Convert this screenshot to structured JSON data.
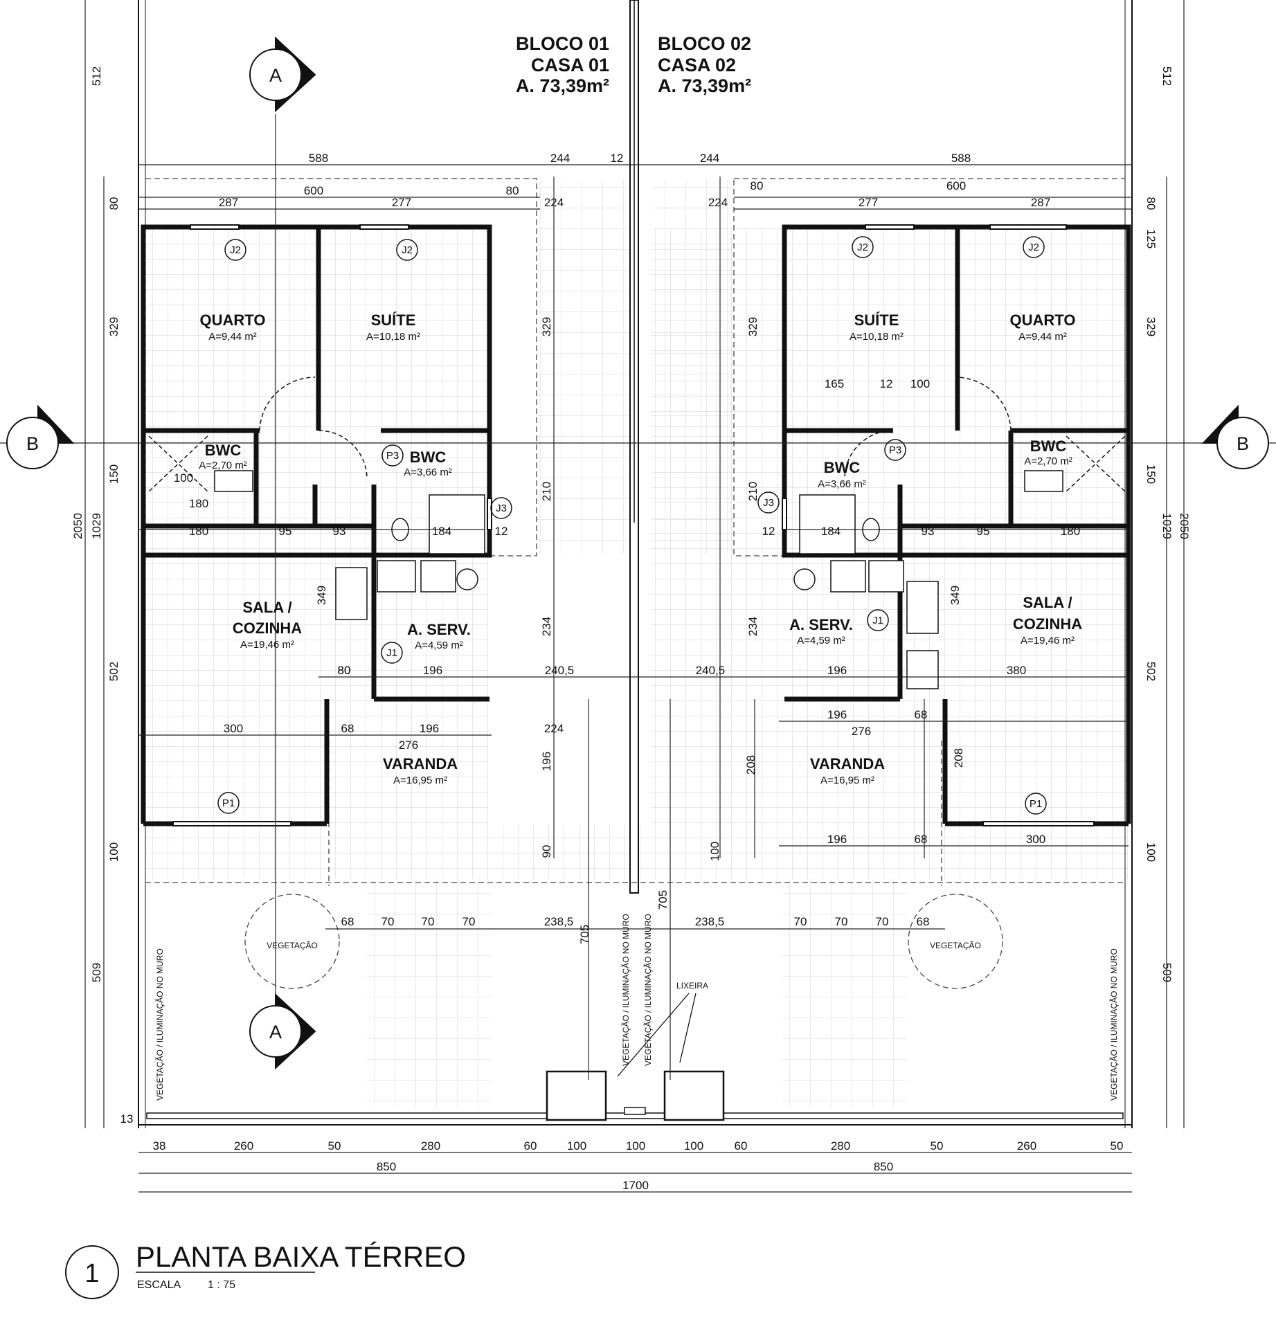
{
  "headers": [
    {
      "bloco": "BLOCO 01",
      "casa": "CASA 01",
      "area": "A. 73,39m²"
    },
    {
      "bloco": "BLOCO 02",
      "casa": "CASA 02",
      "area": "A. 73,39m²"
    }
  ],
  "rooms": [
    {
      "name": "QUARTO",
      "area": "A=9,44 m²"
    },
    {
      "name": "SUÍTE",
      "area": "A=10,18 m²"
    },
    {
      "name": "BWC",
      "area": "A=2,70 m²"
    },
    {
      "name": "BWC",
      "area": "A=3,66 m²"
    },
    {
      "name": "SALA /",
      "name2": "COZINHA",
      "area": "A=19,46 m²"
    },
    {
      "name": "A. SERV.",
      "area": "A=4,59 m²"
    },
    {
      "name": "VARANDA",
      "area": "A=16,95 m²"
    },
    {
      "name": "SUÍTE",
      "area": "A=10,18 m²"
    },
    {
      "name": "QUARTO",
      "area": "A=9,44 m²"
    },
    {
      "name": "BWC",
      "area": "A=3,66 m²"
    },
    {
      "name": "BWC",
      "area": "A=2,70 m²"
    },
    {
      "name": "A. SERV.",
      "area": "A=4,59 m²"
    },
    {
      "name": "SALA /",
      "name2": "COZINHA",
      "area": "A=19,46 m²"
    },
    {
      "name": "VARANDA",
      "area": "A=16,95 m²"
    }
  ],
  "section_markers": {
    "a": "A",
    "b": "B"
  },
  "tags": [
    "J2",
    "J2",
    "P3",
    "J3",
    "J1",
    "P1",
    "J2",
    "J2",
    "P3",
    "J3",
    "J1",
    "P1"
  ],
  "annotations": {
    "vegetacao": "VEGETAÇÃO",
    "muro": "VEGETAÇÃO / ILUMINAÇÃO NO MURO",
    "lixeira": "LIXEIRA"
  },
  "dimensions": {
    "top": [
      "588",
      "244",
      "12",
      "244",
      "588"
    ],
    "top2_left": [
      "600",
      "80",
      "287",
      "277",
      "224"
    ],
    "top2_right": [
      "80",
      "600",
      "277",
      "287",
      "224"
    ],
    "left_outer": [
      "512",
      "2050",
      "509"
    ],
    "left_inner": [
      "80",
      "329",
      "150",
      "1029",
      "502",
      "100"
    ],
    "right_outer": [
      "512",
      "2050",
      "509"
    ],
    "right_inner": [
      "80",
      "125",
      "329",
      "150",
      "1029",
      "502",
      "100"
    ],
    "inner_left": [
      "180",
      "95",
      "93",
      "184",
      "12",
      "100",
      "180",
      "80",
      "349",
      "80",
      "196",
      "240,5",
      "300",
      "68",
      "196",
      "224",
      "276",
      "196",
      "90",
      "329",
      "210",
      "234",
      "13"
    ],
    "inner_right": [
      "165",
      "100",
      "12",
      "184",
      "93",
      "95",
      "180",
      "349",
      "240,5",
      "196",
      "380",
      "196",
      "68",
      "276",
      "208",
      "208",
      "196",
      "68",
      "300",
      "329",
      "210",
      "234",
      "100",
      "12"
    ],
    "garden": [
      "68",
      "70",
      "70",
      "70",
      "238,5",
      "705",
      "238,5",
      "70",
      "70",
      "70",
      "68",
      "705"
    ],
    "bottom1": [
      "38",
      "260",
      "50",
      "280",
      "60",
      "100",
      "100",
      "100",
      "60",
      "280",
      "50",
      "260",
      "50"
    ],
    "bottom2": [
      "850",
      "850"
    ],
    "bottom3": [
      "1700"
    ]
  },
  "title": {
    "number": "1",
    "text": "PLANTA BAIXA TÉRREO",
    "scale_label": "ESCALA",
    "scale_value": "1 : 75"
  }
}
